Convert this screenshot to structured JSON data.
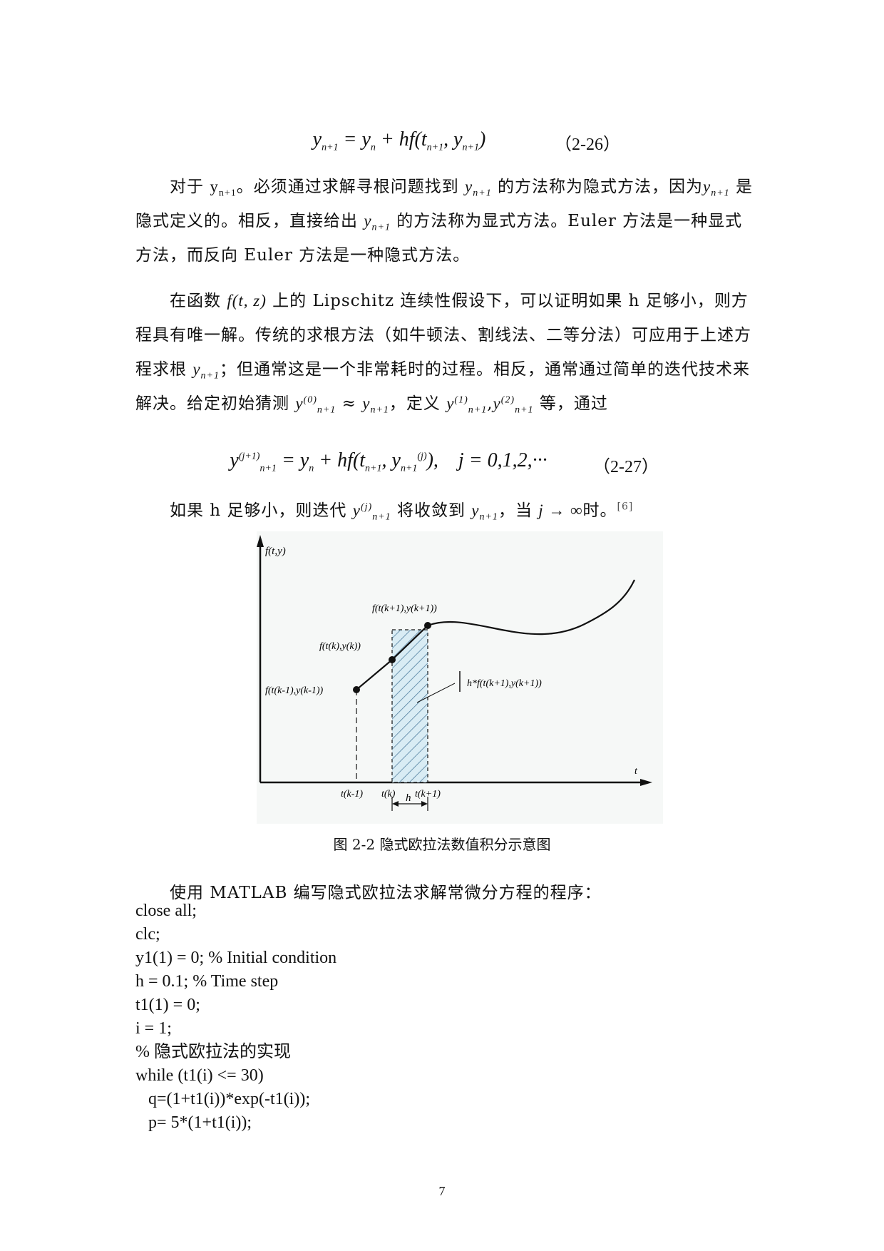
{
  "equation_2_26": {
    "text": "y<sub>n+1</sub> = y<sub>n</sub> + hf(t<sub>n+1</sub>, y<sub>n+1</sub>)",
    "number": "（2-26）"
  },
  "para1": {
    "t1": "对于 ",
    "t1b": "y",
    "t1sub": "n+1",
    "t2": "。必须通过求解寻根问题找到 ",
    "y": "y",
    "ysub": "n+1",
    "t3": " 的方法称为隐式方法，因为",
    "t4": " 是隐式定义的。相反，直接给出 ",
    "t5": " 的方法称为显式方法。Euler 方法是一种显式方法，而反向 Euler 方法是一种隐式方法。"
  },
  "para2": {
    "t1": "在函数 ",
    "fn": "f(t, z)",
    "t2": " 上的 Lipschitz 连续性假设下，可以证明如果 h 足够小，则方程具有唯一解。传统的求根方法（如牛顿法、割线法、二等分法）可应用于上述方程求根 ",
    "t3": "；但通常这是一个非常耗时的过程。相反，通常通过简单的迭代技术来解决。给定初始猜测 ",
    "sup0": "(0)",
    "approx": " ≈ ",
    "t4": "，定义 ",
    "sup1": "(1)",
    "sup2": "(2)",
    "t5": " 等，通过"
  },
  "equation_2_27": {
    "lhs_sup": "(j+1)",
    "rhs": " = y<sub>n</sub> + hf(t<sub>n+1</sub>, y<sub>n+1</sub><sup>(j)</sup>),&nbsp;&nbsp;&nbsp; j = 0,1,2,···",
    "number": "（2-27）"
  },
  "para3": {
    "t1": "如果 h 足够小，则迭代 ",
    "supj": "(j)",
    "t2": " 将收敛到 ",
    "t3": "，当 ",
    "limit": "j → ∞",
    "t4": "时。",
    "cite": "[6]"
  },
  "figure": {
    "y_axis_label": "f(t,y)",
    "x_axis_label": "t",
    "point_labels": [
      "f(t(k-1),y(k-1))",
      "f(t(k),y(k))",
      "f(t(k+1),y(k+1))"
    ],
    "area_label": "h*f(t(k+1),y(k+1))",
    "tick_labels": [
      "t(k-1)",
      "t(k)",
      "t(k+1)"
    ],
    "step_label": "h",
    "caption": "图 2-2 隐式欧拉法数值积分示意图"
  },
  "intro": "使用 MATLAB 编写隐式欧拉法求解常微分方程的程序：",
  "code_lines": [
    "close all;",
    "clc;",
    "y1(1) = 0; % Initial condition",
    "h = 0.1; % Time step",
    "t1(1) = 0;",
    "i = 1;",
    "% 隐式欧拉法的实现",
    "while (t1(i) <= 30)",
    "   q=(1+t1(i))*exp(-t1(i));",
    "   p= 5*(1+t1(i));"
  ],
  "page_number": "7"
}
